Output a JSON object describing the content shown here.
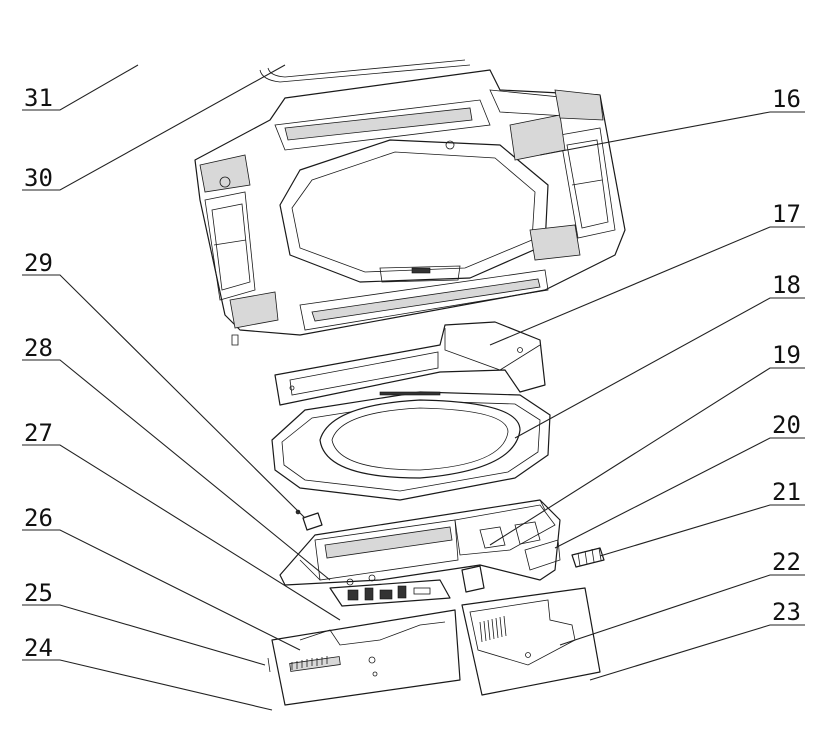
{
  "diagram": {
    "type": "exploded-parts-view",
    "callouts": [
      {
        "num": "31"
      },
      {
        "num": "30"
      },
      {
        "num": "29"
      },
      {
        "num": "28"
      },
      {
        "num": "27"
      },
      {
        "num": "26"
      },
      {
        "num": "25"
      },
      {
        "num": "24"
      },
      {
        "num": "16"
      },
      {
        "num": "17"
      },
      {
        "num": "18"
      },
      {
        "num": "19"
      },
      {
        "num": "20"
      },
      {
        "num": "21"
      },
      {
        "num": "22"
      },
      {
        "num": "23"
      }
    ],
    "colors": {
      "line": "#1a1a1a",
      "background": "#ffffff",
      "text": "#111111"
    }
  }
}
